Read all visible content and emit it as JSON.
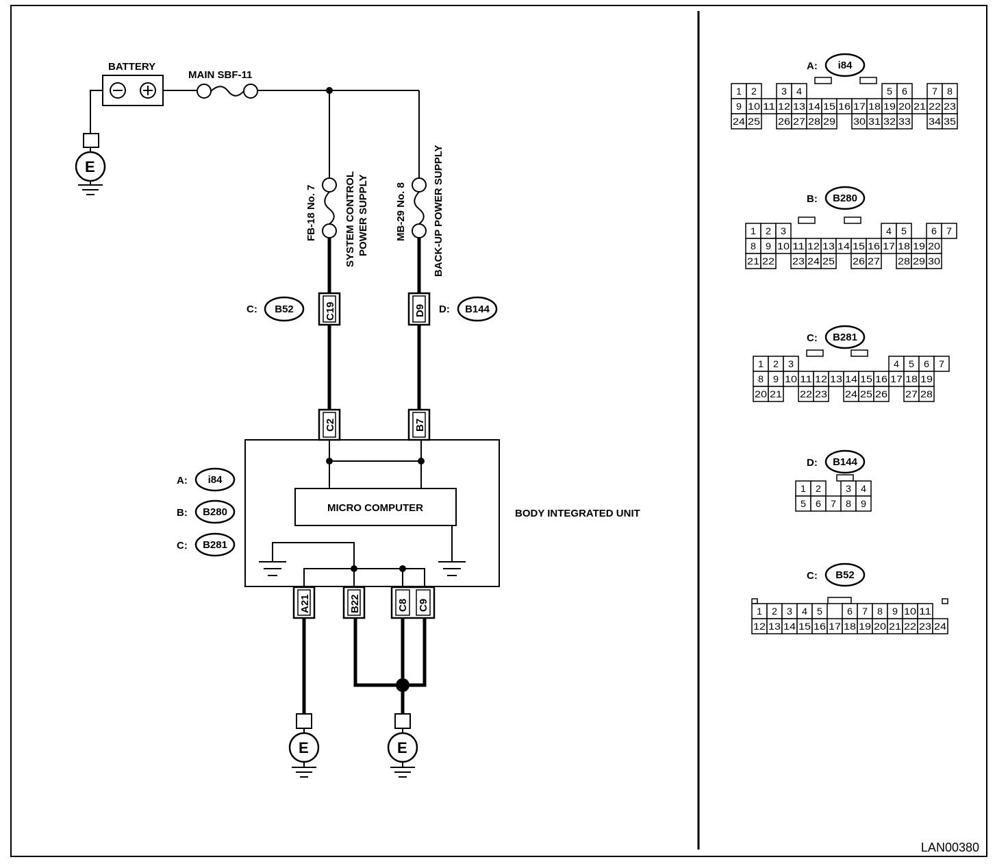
{
  "drawing_id": "LAN00380",
  "battery": {
    "label": "BATTERY",
    "minus": "⊖",
    "plus": "⊕"
  },
  "fuses": {
    "main": "MAIN SBF-11",
    "fb18": "FB-18 No. 7",
    "mb29": "MB-29 No. 8"
  },
  "supplies": {
    "system_control_l1": "SYSTEM CONTROL",
    "system_control_l2": "POWER SUPPLY",
    "backup": "BACK-UP POWER SUPPLY"
  },
  "unit": {
    "name": "BODY INTEGRATED UNIT",
    "micro": "MICRO COMPUTER"
  },
  "ground_symbol": "E",
  "terminals": {
    "c19": "C19",
    "d9": "D9",
    "c2": "C2",
    "b7": "B7",
    "a21": "A21",
    "b22": "B22",
    "c8": "C8",
    "c9": "C9"
  },
  "connector_refs": {
    "c_b52": {
      "letter": "C:",
      "code": "B52"
    },
    "d_b144": {
      "letter": "D:",
      "code": "B144"
    },
    "a_i84": {
      "letter": "A:",
      "code": "i84"
    },
    "b_b280": {
      "letter": "B:",
      "code": "B280"
    },
    "c_b281": {
      "letter": "C:",
      "code": "B281"
    }
  },
  "connector_views": [
    {
      "letter": "A:",
      "code": "i84",
      "rows": [
        [
          "1",
          "2",
          "",
          "3",
          "4",
          "",
          "",
          "",
          "",
          "",
          "5",
          "6",
          "",
          "7",
          "8"
        ],
        [
          "9",
          "10",
          "11",
          "12",
          "13",
          "14",
          "15",
          "16",
          "17",
          "18",
          "19",
          "20",
          "21",
          "22",
          "23"
        ],
        [
          "24",
          "25",
          "",
          "26",
          "27",
          "28",
          "29",
          "",
          "30",
          "31",
          "32",
          "33",
          "",
          "34",
          "35"
        ]
      ]
    },
    {
      "letter": "B:",
      "code": "B280",
      "rows": [
        [
          "1",
          "2",
          "3",
          "",
          "",
          "",
          "",
          "",
          "",
          "4",
          "5",
          "",
          "6",
          "7"
        ],
        [
          "8",
          "9",
          "10",
          "11",
          "12",
          "13",
          "14",
          "15",
          "16",
          "17",
          "18",
          "19",
          "20"
        ],
        [
          "21",
          "22",
          "",
          "23",
          "24",
          "25",
          "",
          "26",
          "27",
          "",
          "28",
          "29",
          "30"
        ]
      ]
    },
    {
      "letter": "C:",
      "code": "B281",
      "rows": [
        [
          "1",
          "2",
          "3",
          "",
          "",
          "",
          "",
          "",
          "",
          "4",
          "5",
          "6",
          "7"
        ],
        [
          "8",
          "9",
          "10",
          "11",
          "12",
          "13",
          "14",
          "15",
          "16",
          "17",
          "18",
          "19"
        ],
        [
          "20",
          "21",
          "",
          "22",
          "23",
          "",
          "24",
          "25",
          "26",
          "",
          "27",
          "28"
        ]
      ]
    },
    {
      "letter": "D:",
      "code": "B144",
      "rows": [
        [
          "1",
          "2",
          "",
          "3",
          "4"
        ],
        [
          "5",
          "6",
          "7",
          "8",
          "9"
        ]
      ]
    },
    {
      "letter": "C:",
      "code": "B52",
      "rows": [
        [
          "1",
          "2",
          "3",
          "4",
          "5",
          "",
          "6",
          "7",
          "8",
          "9",
          "10",
          "11"
        ],
        [
          "12",
          "13",
          "14",
          "15",
          "16",
          "17",
          "18",
          "19",
          "20",
          "21",
          "22",
          "23",
          "24"
        ]
      ]
    }
  ]
}
